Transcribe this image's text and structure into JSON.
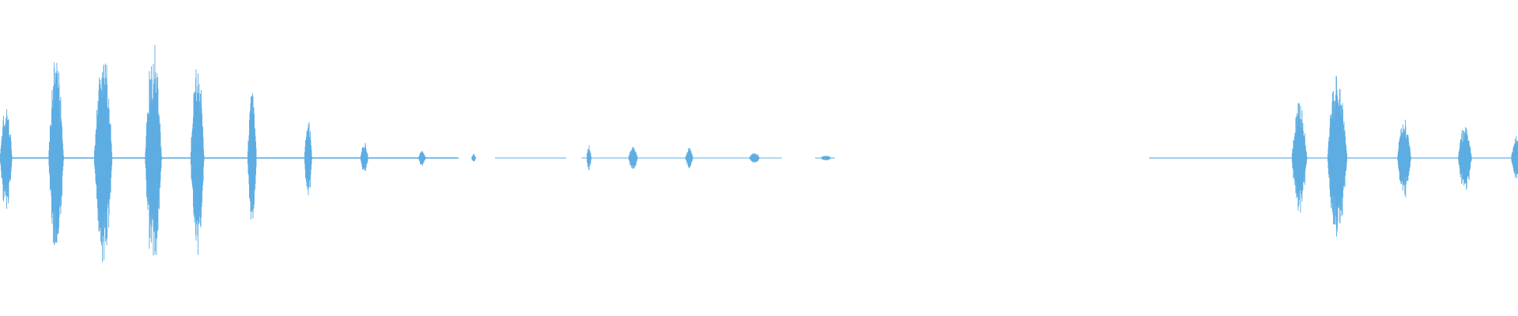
{
  "waveform": {
    "color": "#5dade2",
    "duration_fraction_domain": [
      0,
      1
    ],
    "amplitude_domain": [
      -1,
      1
    ],
    "bursts": [
      {
        "center": 0.004,
        "width": 0.008,
        "amp": 0.36
      },
      {
        "center": 0.037,
        "width": 0.01,
        "amp": 0.68
      },
      {
        "center": 0.068,
        "width": 0.012,
        "amp": 0.76
      },
      {
        "center": 0.101,
        "width": 0.011,
        "amp": 0.8
      },
      {
        "center": 0.13,
        "width": 0.009,
        "amp": 0.66
      },
      {
        "center": 0.166,
        "width": 0.006,
        "amp": 0.45
      },
      {
        "center": 0.203,
        "width": 0.005,
        "amp": 0.28
      },
      {
        "center": 0.24,
        "width": 0.005,
        "amp": 0.11
      },
      {
        "center": 0.278,
        "width": 0.005,
        "amp": 0.05
      },
      {
        "center": 0.312,
        "width": 0.003,
        "amp": 0.03
      },
      {
        "center": 0.388,
        "width": 0.003,
        "amp": 0.1
      },
      {
        "center": 0.417,
        "width": 0.006,
        "amp": 0.09
      },
      {
        "center": 0.454,
        "width": 0.005,
        "amp": 0.07
      },
      {
        "center": 0.497,
        "width": 0.007,
        "amp": 0.04
      },
      {
        "center": 0.544,
        "width": 0.007,
        "amp": 0.02
      },
      {
        "center": 0.856,
        "width": 0.01,
        "amp": 0.38
      },
      {
        "center": 0.881,
        "width": 0.013,
        "amp": 0.58
      },
      {
        "center": 0.925,
        "width": 0.009,
        "amp": 0.28
      },
      {
        "center": 0.965,
        "width": 0.009,
        "amp": 0.24
      },
      {
        "center": 0.999,
        "width": 0.007,
        "amp": 0.16
      }
    ],
    "baseline_segments": [
      {
        "start": 0.0,
        "end": 0.302,
        "amp": 0.008
      },
      {
        "start": 0.326,
        "end": 0.373,
        "amp": 0.004
      },
      {
        "start": 0.383,
        "end": 0.515,
        "amp": 0.005
      },
      {
        "start": 0.537,
        "end": 0.55,
        "amp": 0.004
      },
      {
        "start": 0.757,
        "end": 1.0,
        "amp": 0.006
      }
    ]
  }
}
